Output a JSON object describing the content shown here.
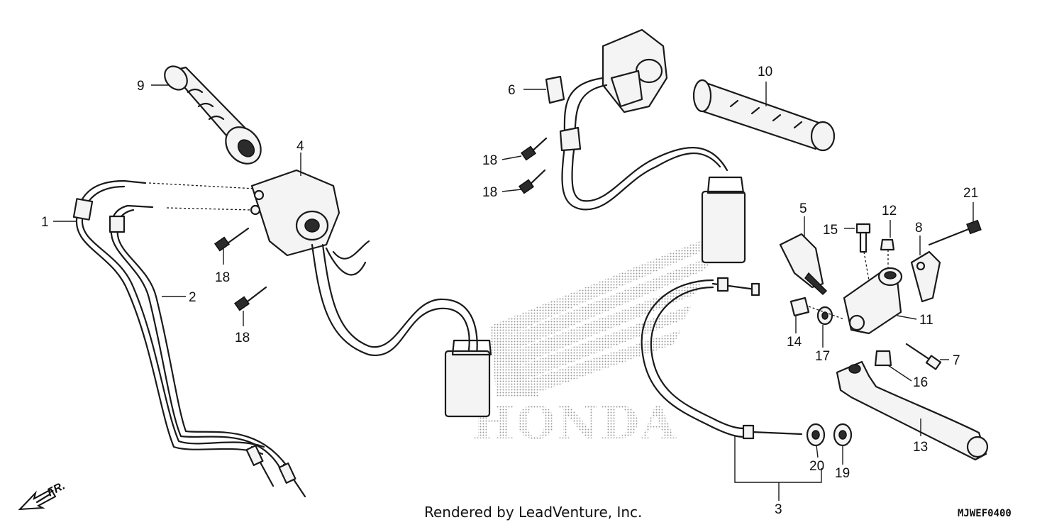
{
  "callouts": {
    "c1": "1",
    "c2": "2",
    "c3": "3",
    "c4": "4",
    "c5": "5",
    "c6": "6",
    "c7": "7",
    "c8": "8",
    "c9": "9",
    "c10": "10",
    "c11": "11",
    "c12": "12",
    "c13": "13",
    "c14": "14",
    "c15": "15",
    "c16": "16",
    "c17": "17",
    "c18a": "18",
    "c18b": "18",
    "c18c": "18",
    "c18d": "18",
    "c19": "19",
    "c20": "20",
    "c21": "21"
  },
  "direction_label": "FR.",
  "watermark": "HONDA",
  "footer": {
    "credit": "Rendered by LeadVenture, Inc.",
    "diagram_code": "MJWEF0400"
  }
}
